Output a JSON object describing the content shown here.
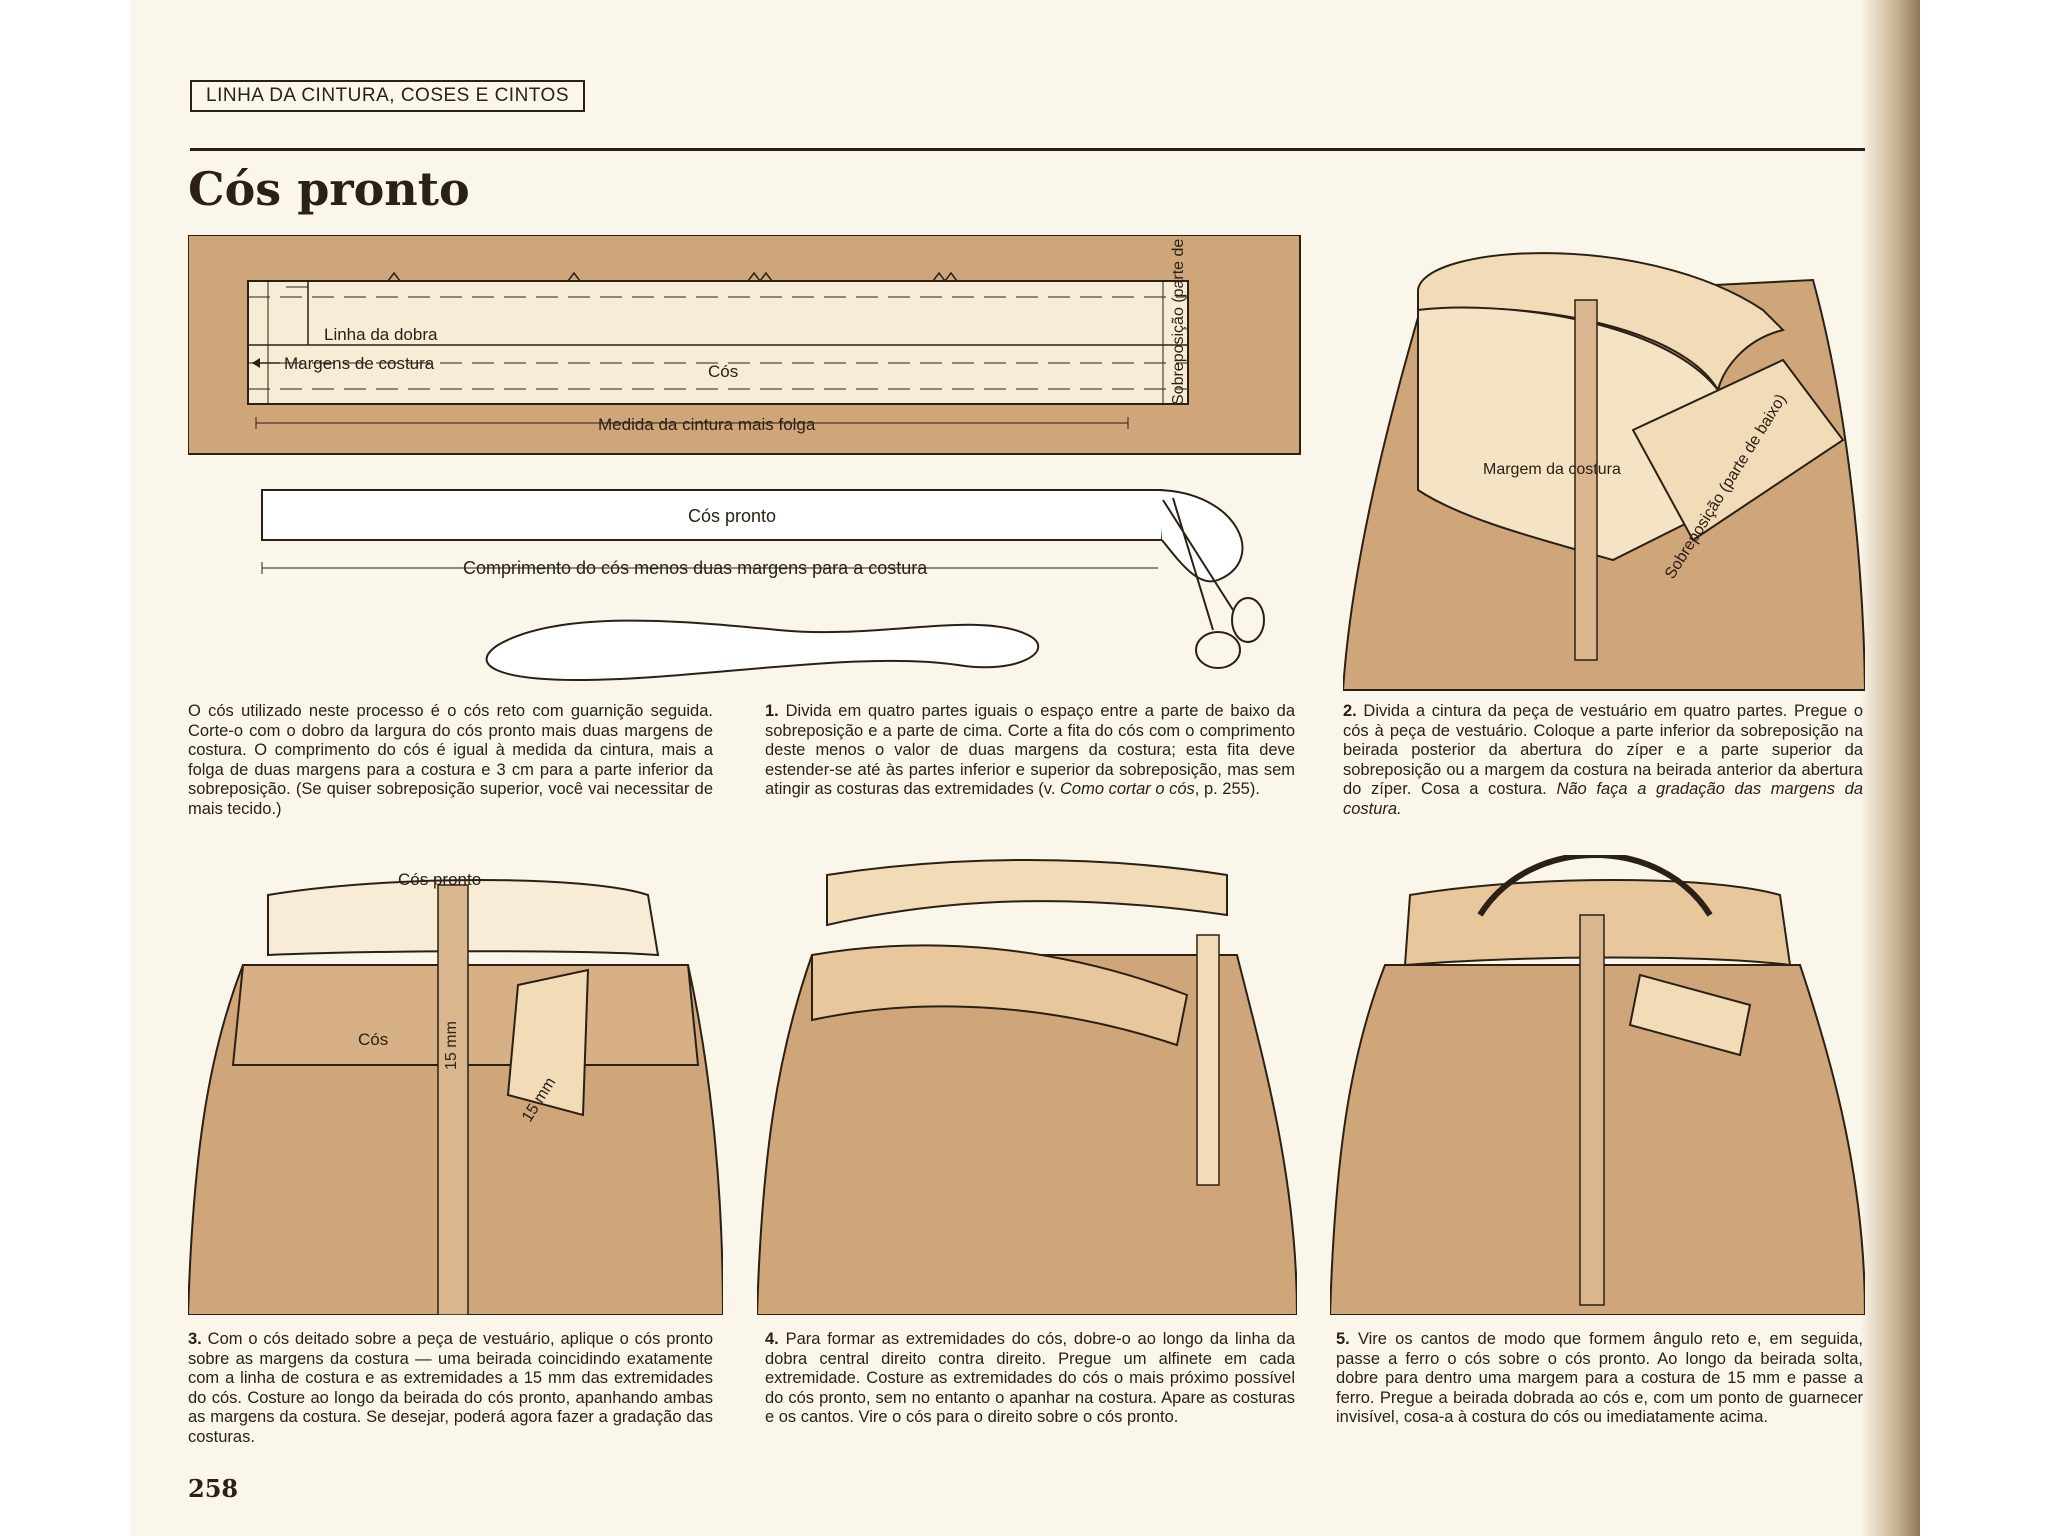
{
  "header": {
    "section_tag": "LINHA DA CINTURA, COSES E CINTOS",
    "title": "Cós pronto"
  },
  "figures": {
    "pattern": {
      "fold_line": "Linha da dobra",
      "seam_allowances": "Margens de costura",
      "waistband": "Cós",
      "underlap": "Sobreposição (parte de baixo)",
      "waist_measure": "Medida da cintura mais folga"
    },
    "readymade": {
      "label": "Cós pronto",
      "length": "Comprimento do cós menos duas margens para a costura"
    },
    "step2": {
      "seam_allowance": "Margem da costura",
      "underlap": "Sobreposição (parte de baixo)"
    },
    "step3": {
      "readymade": "Cós pronto",
      "waistband": "Cós",
      "mm15_a": "15 mm",
      "mm15_b": "15 mm"
    }
  },
  "captions": {
    "intro": "O cós utilizado neste processo é o cós reto com guarnição seguida. Corte-o com o dobro da largura do cós pronto mais duas margens de costura. O comprimento do cós é igual à medida da cintura, mais a folga de duas margens para a costura e 3 cm para a parte inferior da sobreposição. (Se quiser sobreposição superior, você vai necessitar de mais tecido.)",
    "step1": {
      "num": "1.",
      "text": "Divida em quatro partes iguais o espaço entre a parte de baixo da sobreposição e a parte de cima. Corte a fita do cós com o comprimento deste menos o valor de duas margens da costura; esta fita deve estender-se até às partes inferior e superior da sobreposição, mas sem atingir as costuras das extremidades (v. ",
      "italic": "Como cortar o cós",
      "tail": ", p. 255)."
    },
    "step2": {
      "num": "2.",
      "text": "Divida a cintura da peça de vestuário em quatro partes. Pregue o cós à peça de vestuário. Coloque a parte inferior da sobreposição na beirada posterior da abertura do zíper e a parte superior da sobreposição ou a margem da costura na beirada anterior da abertura do zíper. Cosa a costura.",
      "italic": "Não faça a gradação das margens da costura."
    },
    "step3": {
      "num": "3.",
      "text": "Com o cós deitado sobre a peça de vestuário, aplique o cós pronto sobre as margens da costura — uma beirada coincidindo exatamente com a linha de costura e as extremidades a 15 mm das extremidades do cós. Costure ao longo da beirada do cós pronto, apanhando ambas as margens da costura. Se desejar, poderá agora fazer a gradação das costuras."
    },
    "step4": {
      "num": "4.",
      "text": "Para formar as extremidades do cós, dobre-o ao longo da linha da dobra central direito contra direito. Pregue um alfinete em cada extremidade. Costure as extremidades do cós o mais próximo possível do cós pronto, sem no entanto o apanhar na costura. Apare as costuras e os cantos. Vire o cós para o direito sobre o cós pronto."
    },
    "step5": {
      "num": "5.",
      "text": "Vire os cantos de modo que formem ângulo reto e, em seguida, passe a ferro o cós sobre o cós pronto. Ao longo da beirada solta, dobre para dentro uma margem para a costura de 15 mm e passe a ferro. Pregue a beirada dobrada ao cós e, com um ponto de guarnecer invisível, cosa-a à costura do cós ou imediatamente acima."
    }
  },
  "page_number": "258",
  "colors": {
    "tan": "#cfa67a",
    "cream": "#fbf6ea",
    "ink": "#2a2016",
    "band": "#f7ecd6"
  }
}
